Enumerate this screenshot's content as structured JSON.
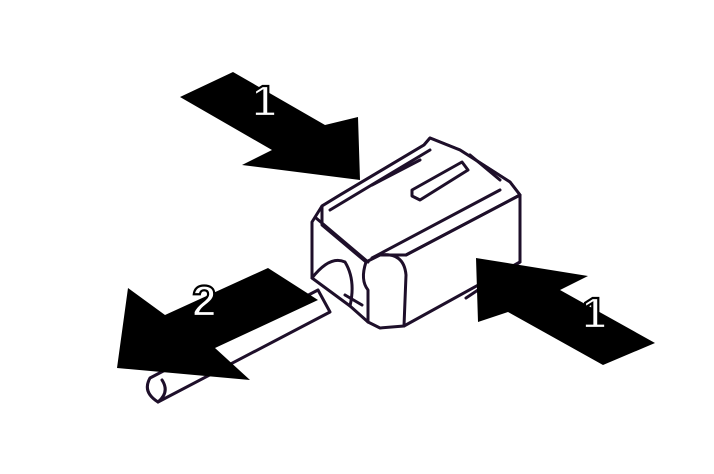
{
  "labels": {
    "press_top": "1",
    "press_right": "1",
    "pull": "2"
  },
  "colors": {
    "arrow": "#000000",
    "line": "#1e0f2a",
    "background": "#ffffff"
  }
}
